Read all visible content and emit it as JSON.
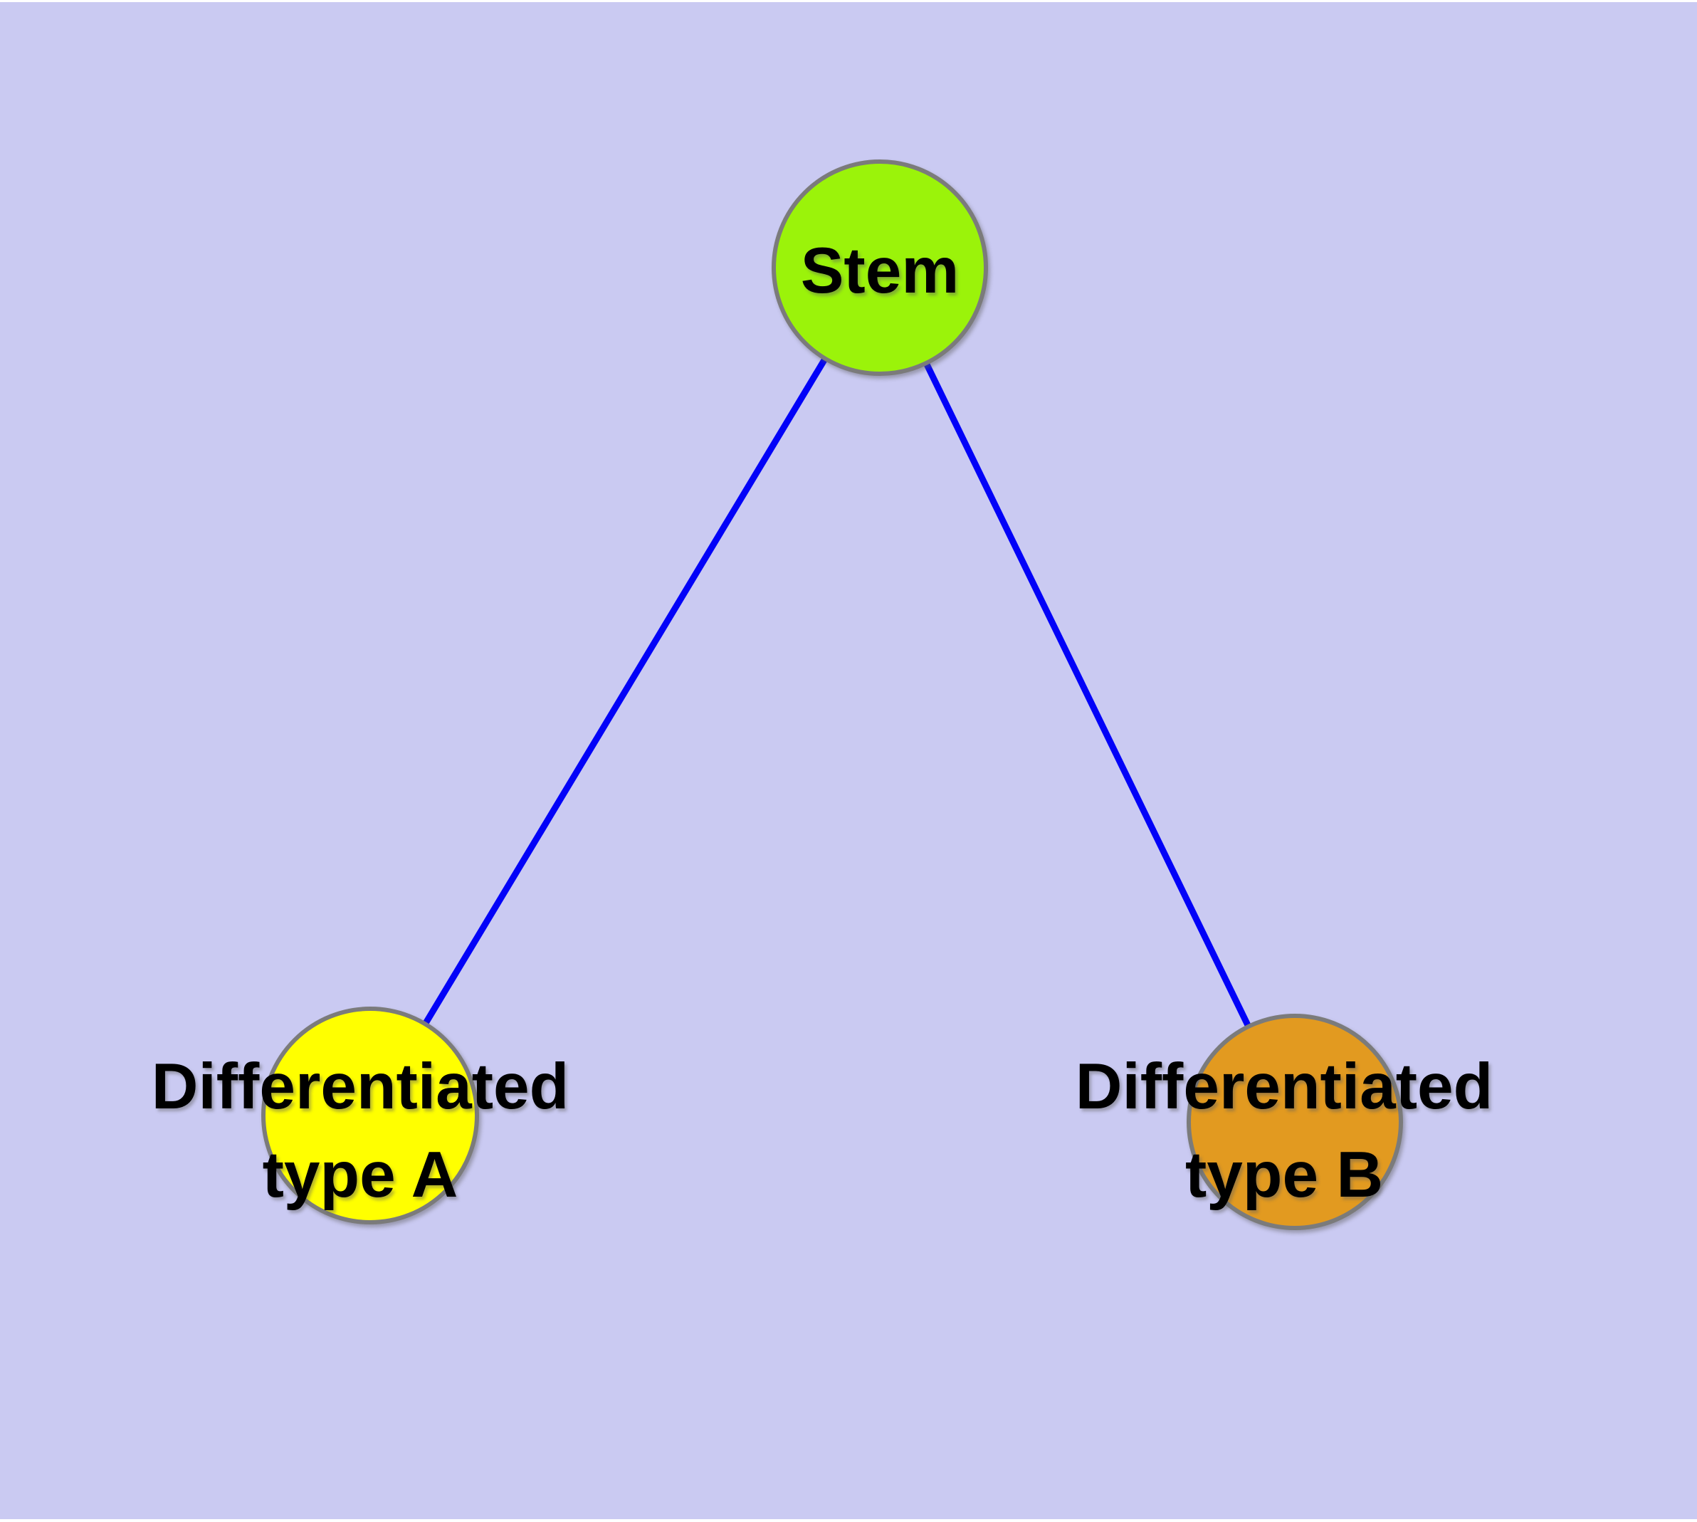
{
  "diagram": {
    "background_color": "#CACAF2",
    "edge_color": "#0202F8",
    "node_border_color": "#7B7B7B",
    "text_color": "#000000",
    "nodes": [
      {
        "id": "stem",
        "label": "Stem",
        "label_lines": [
          "Stem"
        ],
        "fill": "#9BF30A"
      },
      {
        "id": "differentiated-type-a",
        "label": "Differentiated type A",
        "label_lines": [
          "Differentiated",
          "type A"
        ],
        "fill": "#FFFF00"
      },
      {
        "id": "differentiated-type-b",
        "label": "Differentiated type B",
        "label_lines": [
          "Differentiated",
          "type B"
        ],
        "fill": "#E29A20"
      }
    ],
    "edges": [
      {
        "from": "stem",
        "to": "differentiated-type-a"
      },
      {
        "from": "stem",
        "to": "differentiated-type-b"
      }
    ]
  }
}
